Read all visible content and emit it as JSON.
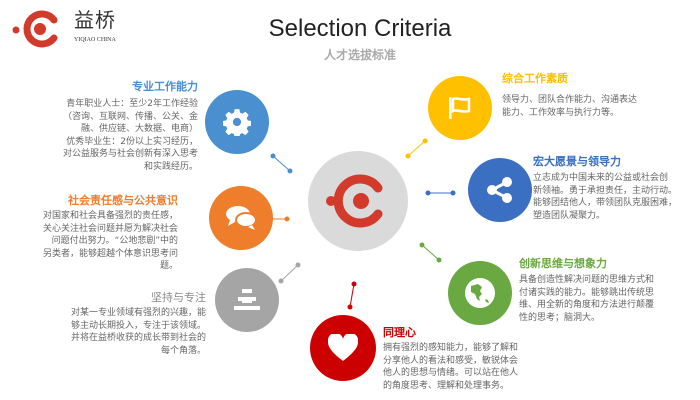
{
  "logo": {
    "brand_cn": "益桥",
    "brand_en": "YIQIAO CHINA"
  },
  "header": {
    "title": "Selection Criteria",
    "subtitle": "人才选拔标准"
  },
  "colors": {
    "blue": "#4a8fd0",
    "orange": "#ee7d2c",
    "gray": "#a5a5a5",
    "red": "#cc0000",
    "green": "#6aa942",
    "blue2": "#3a6fc2",
    "yellow": "#ffc000",
    "logo_red": "#d23a2c"
  },
  "criteria": [
    {
      "id": "professional",
      "title": "专业工作能力",
      "icon": "gear-icon",
      "lines": [
        "青年职业人士：至少2年工作经验",
        "（咨询、互联网、传播、公关、金",
        "融、供应链、大数据、电商）",
        "优秀毕业生：2份以上实习经历，",
        "对公益服务与社会创新有深入思考",
        "和实践经历。"
      ]
    },
    {
      "id": "responsibility",
      "title": "社会责任感与公共意识",
      "icon": "chat-bubbles-icon",
      "lines": [
        "对国家和社会具备强烈的责任感，",
        "关心关注社会问题并愿为解决社会",
        "问题付出努力。“公地悲剧”中的",
        "另类者，能够超越个体意识思考问",
        "题。"
      ]
    },
    {
      "id": "persistence",
      "title": "坚持与专注",
      "icon": "stack-icon",
      "lines": [
        "对某一专业领域有强烈的兴趣，能",
        "够主动长期投入，专注于该领域。",
        "并将在益桥收获的成长带到社会的",
        "每个角落。"
      ]
    },
    {
      "id": "empathy",
      "title": "同理心",
      "icon": "heart-icon",
      "lines": [
        "拥有强烈的感知能力，能够了解和",
        "分享他人的看法和感受，敏锐体会",
        "他人的思想与情绪。可以站在他人",
        "的角度思考、理解和处理事务。"
      ]
    },
    {
      "id": "innovation",
      "title": "创新思维与想象力",
      "icon": "globe-icon",
      "lines": [
        "具备创造性解决问题的思维方式和",
        "付诸实践的能力。能够跳出传统思",
        "维、用全新的角度和方法进行颠覆",
        "性的思考；脑洞大。"
      ]
    },
    {
      "id": "vision",
      "title": "宏大愿景与领导力",
      "icon": "share-icon",
      "lines": [
        "立志成为中国未来的公益或社会创",
        "新领袖。勇于承担责任，主动行动。",
        "能够团结他人，带领团队克服困难，",
        "塑造团队凝聚力。"
      ]
    },
    {
      "id": "general",
      "title": "综合工作素质",
      "icon": "flag-icon",
      "lines": [
        "领导力、团队合作能力、沟通表达",
        "能力、工作效率与执行力等。"
      ]
    }
  ]
}
